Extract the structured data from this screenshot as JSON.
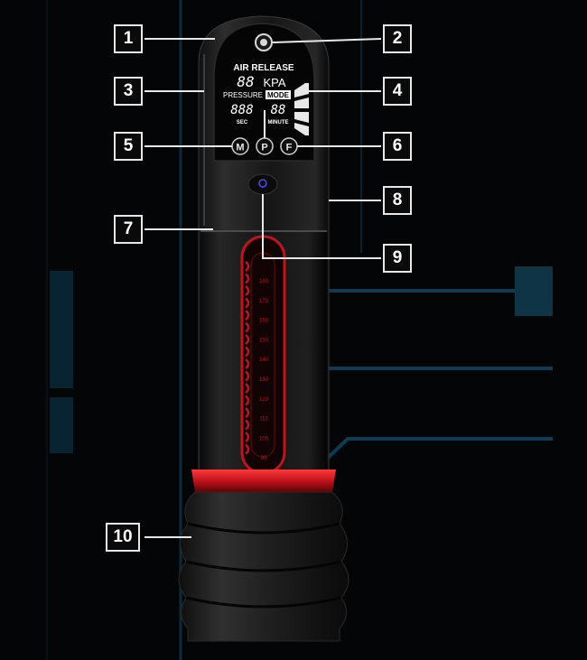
{
  "device": {
    "display": {
      "air_release": "AIR RELEASE",
      "pressure_value": "88",
      "pressure_unit": "KPA",
      "pressure_label": "PRESSURE",
      "mode_label": "MODE",
      "seconds_value": "888",
      "seconds_label": "SEC",
      "minutes_value": "88",
      "minutes_label": "MINUTE"
    },
    "buttons": [
      {
        "glyph": "M"
      },
      {
        "glyph": "P"
      },
      {
        "glyph": "F"
      }
    ],
    "scale_marks": [
      "180",
      "170",
      "160",
      "150",
      "140",
      "130",
      "120",
      "110",
      "100",
      "90"
    ],
    "accent_color": "#c0141c",
    "indicator_color": "#5a44ff"
  },
  "callouts": [
    "1",
    "2",
    "3",
    "4",
    "5",
    "6",
    "7",
    "8",
    "9",
    "10"
  ]
}
